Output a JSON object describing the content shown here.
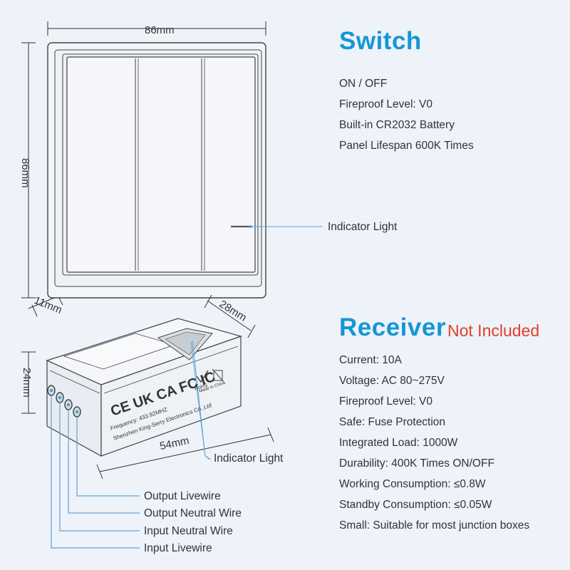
{
  "switch": {
    "title": "Switch",
    "width_label": "86mm",
    "height_label": "86mm",
    "depth_label": "11mm",
    "specs": [
      "ON / OFF",
      "Fireproof Level: V0",
      "Built-in CR2032 Battery",
      "Panel Lifespan 600K Times"
    ],
    "indicator_label": "Indicator Light"
  },
  "receiver": {
    "title": "Receiver",
    "note": "Not Included",
    "length_label": "54mm",
    "width_label": "28mm",
    "height_label": "24mm",
    "specs": [
      "Current: 10A",
      "Voltage: AC 80~275V",
      "Fireproof Level: V0",
      "Safe: Fuse Protection",
      "Integrated Load: 1000W",
      "Durability: 400K Times ON/OFF",
      "Working Consumption: ≤0.8W",
      "Standby Consumption: ≤0.05W",
      "Small: Suitable for most junction boxes"
    ],
    "indicator_label": "Indicator Light",
    "device_text": {
      "frequency": "Frequency: 433.92MHZ",
      "maker": "Shenzhen King-Serry Electronics Co.,Ltd",
      "made_in": "Made in China",
      "rohs": "RoHS",
      "marks": "CE  UK CA  FC  IC"
    },
    "wires": [
      "Output Livewire",
      "Output Neutral Wire",
      "Input Neutral Wire",
      "Input Livewire"
    ]
  },
  "colors": {
    "accent": "#1497d4",
    "note": "#e0402a",
    "leader": "#5aa7d6"
  }
}
